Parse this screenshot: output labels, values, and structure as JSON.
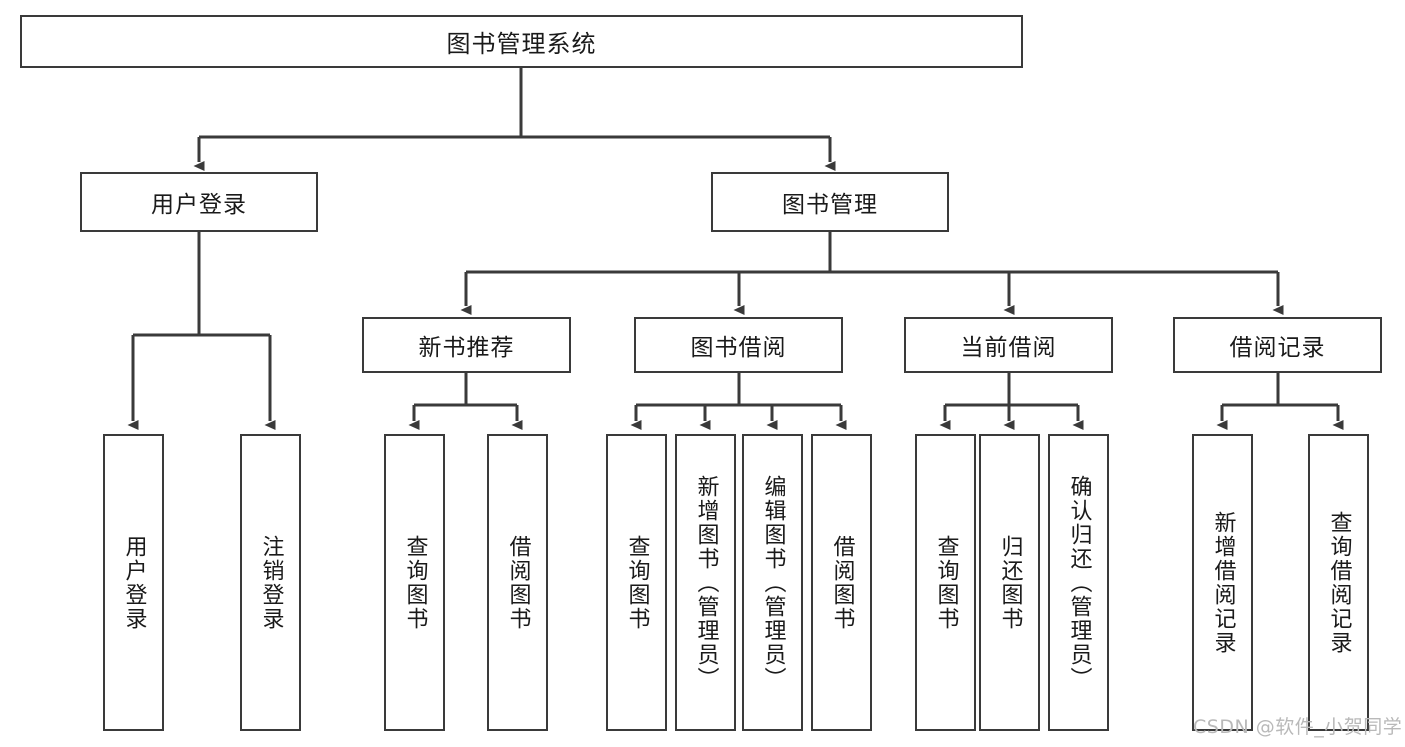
{
  "diagram": {
    "type": "tree-hierarchy",
    "title": "图书管理系统",
    "orientation": "top-down",
    "background_color": "#ffffff",
    "line_color": "#3a3a3a",
    "box_border_color": "#3a3a3a",
    "text_color": "#1a1a1a"
  },
  "nodes": {
    "root": {
      "label": "图书管理系统",
      "level": 0
    },
    "level1": [
      {
        "id": "user-login",
        "label": "用户登录"
      },
      {
        "id": "book-management",
        "label": "图书管理"
      }
    ],
    "level2": [
      {
        "id": "new-book-recommend",
        "label": "新书推荐",
        "parent": "book-management"
      },
      {
        "id": "book-borrow",
        "label": "图书借阅",
        "parent": "book-management"
      },
      {
        "id": "current-borrow",
        "label": "当前借阅",
        "parent": "book-management"
      },
      {
        "id": "borrow-record",
        "label": "借阅记录",
        "parent": "book-management"
      }
    ],
    "leaves": [
      {
        "id": "leaf-user-login",
        "label": "用户登录",
        "parent": "user-login"
      },
      {
        "id": "leaf-user-logout",
        "label": "注销登录",
        "parent": "user-login"
      },
      {
        "id": "leaf-query-book-1",
        "label": "查询图书",
        "parent": "new-book-recommend"
      },
      {
        "id": "leaf-borrow-book-1",
        "label": "借阅图书",
        "parent": "new-book-recommend"
      },
      {
        "id": "leaf-query-book-2",
        "label": "查询图书",
        "parent": "book-borrow"
      },
      {
        "id": "leaf-add-book",
        "label": "新增图书（管理员）",
        "parent": "book-borrow"
      },
      {
        "id": "leaf-edit-book",
        "label": "编辑图书（管理员）",
        "parent": "book-borrow"
      },
      {
        "id": "leaf-borrow-book-2",
        "label": "借阅图书",
        "parent": "book-borrow"
      },
      {
        "id": "leaf-query-book-3",
        "label": "查询图书",
        "parent": "current-borrow"
      },
      {
        "id": "leaf-return-book",
        "label": "归还图书",
        "parent": "current-borrow"
      },
      {
        "id": "leaf-confirm-return",
        "label": "确认归还（管理员）",
        "parent": "current-borrow"
      },
      {
        "id": "leaf-add-record",
        "label": "新增借阅记录",
        "parent": "borrow-record"
      },
      {
        "id": "leaf-query-record",
        "label": "查询借阅记录",
        "parent": "borrow-record"
      }
    ]
  },
  "watermark": {
    "text": "CSDN @软件_小贺同学",
    "color": "#b9b9b9"
  }
}
